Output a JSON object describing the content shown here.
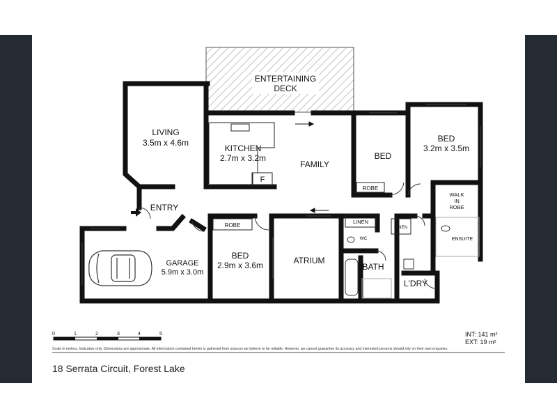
{
  "rooms": {
    "deck": {
      "line1": "ENTERTAINING",
      "line2": "DECK"
    },
    "living": {
      "name": "LIVING",
      "dims": "3.5m x 4.6m"
    },
    "kitchen": {
      "name": "KITCHEN",
      "dims": "2.7m x 3.2m",
      "fridge": "F"
    },
    "family": {
      "name": "FAMILY"
    },
    "bed2": {
      "name": "BED",
      "robe": "ROBE"
    },
    "bed1": {
      "name": "BED",
      "dims": "3.2m x 3.5m"
    },
    "walkin": {
      "line1": "WALK",
      "line2": "IN",
      "line3": "ROBE"
    },
    "ensuite": {
      "name": "ENSUITE"
    },
    "entry": {
      "name": "ENTRY"
    },
    "garage": {
      "name": "GARAGE",
      "dims": "5.9m x 3.0m"
    },
    "bed3": {
      "name": "BED",
      "dims": "2.9m x 3.6m",
      "robe": "ROBE"
    },
    "atrium": {
      "name": "ATRIUM"
    },
    "linen1": {
      "name": "LINEN"
    },
    "linen2": {
      "name": "LINEN"
    },
    "wc": {
      "name": "WC"
    },
    "bath": {
      "name": "BATH"
    },
    "laundry": {
      "name": "L'DRY"
    }
  },
  "scale": {
    "ticks": [
      "0",
      "1",
      "2",
      "3",
      "4",
      "5"
    ]
  },
  "areas": {
    "int": "INT: 141 m²",
    "ext": "EXT: 19 m²"
  },
  "disclaimer": "Scale in metres. Indicative only. Dimensions are approximate. All information contained herein is gathered from sources we believe to be reliable. However, we cannot guarantee its accuracy and interested persons should rely on their own enquiries.",
  "address": "18 Serrata Circuit, Forest Lake",
  "colors": {
    "wall": "#111111",
    "side_panel": "#242b33",
    "deck_hatch": "#9a9a9a"
  }
}
